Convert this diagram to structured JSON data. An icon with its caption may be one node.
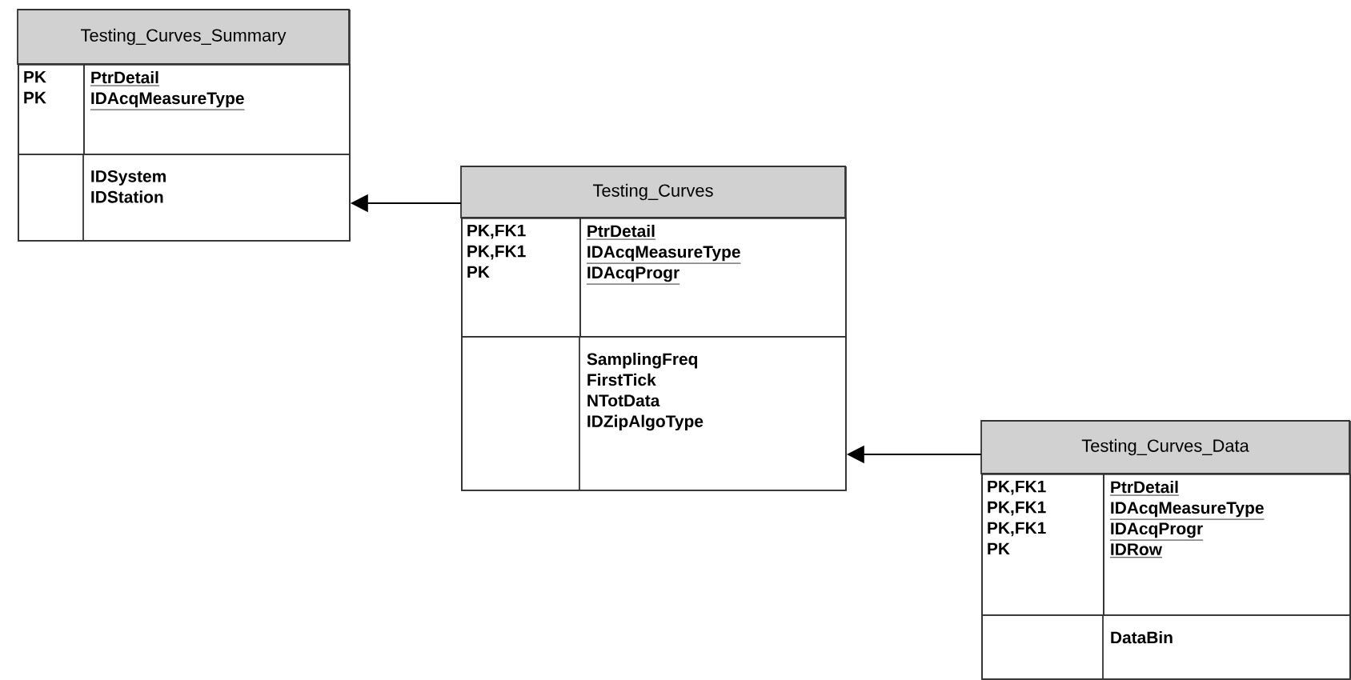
{
  "diagram": {
    "nodes": [
      {
        "text": [
          "Testing_Curves_Summary"
        ]
      },
      {
        "text": [
          "PK",
          "PK"
        ],
        "in": 0
      },
      {
        "text": [
          "PtrDetail",
          "IDAcqMeasureType"
        ],
        "in": 0
      },
      {
        "text": [
          "IDSystem",
          "IDStation"
        ],
        "in": 0
      },
      {
        "text": [
          "Testing_Curves"
        ]
      },
      {
        "text": [
          "PK,FK1",
          "PK,FK1",
          "PK"
        ],
        "in": 4
      },
      {
        "text": [
          "PtrDetail",
          "IDAcqMeasureType",
          "IDAcqProgr"
        ],
        "in": 4
      },
      {
        "text": [
          "SamplingFreq",
          "FirstTick",
          "NTotData",
          "IDZipAlgoType"
        ],
        "in": 4
      },
      {
        "text": [
          "Testing_Curves_Data"
        ]
      },
      {
        "text": [
          "PK,FK1",
          "PK,FK1",
          "PK,FK1",
          "PK"
        ],
        "in": 8
      },
      {
        "text": [
          "PtrDetail",
          "IDAcqMeasureType",
          "IDAcqProgr",
          "IDRow"
        ],
        "in": 8
      },
      {
        "text": [
          "DataBin"
        ],
        "in": 8
      }
    ],
    "edges": [
      {
        "from": 4,
        "to": 0,
        "arrow": "to"
      },
      {
        "from": 8,
        "to": 4,
        "arrow": "to"
      }
    ]
  }
}
